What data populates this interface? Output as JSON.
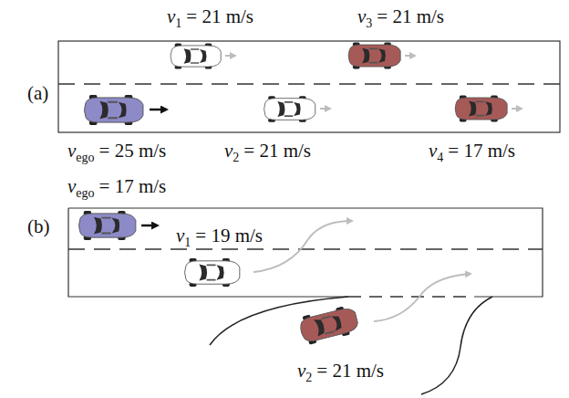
{
  "diagram": {
    "labels": [
      "(a)",
      "v",
      "1",
      "= 21 m/s",
      "v",
      "3",
      "= 21 m/s",
      "v",
      "ego",
      "= 25 m/s",
      "v",
      "2",
      "= 21 m/s",
      "v",
      "4",
      "= 17 m/s",
      "(b)",
      "v",
      "ego",
      "= 17 m/s",
      "v",
      "1",
      "= 19 m/s",
      "v",
      "2",
      "= 21 m/s"
    ]
  }
}
